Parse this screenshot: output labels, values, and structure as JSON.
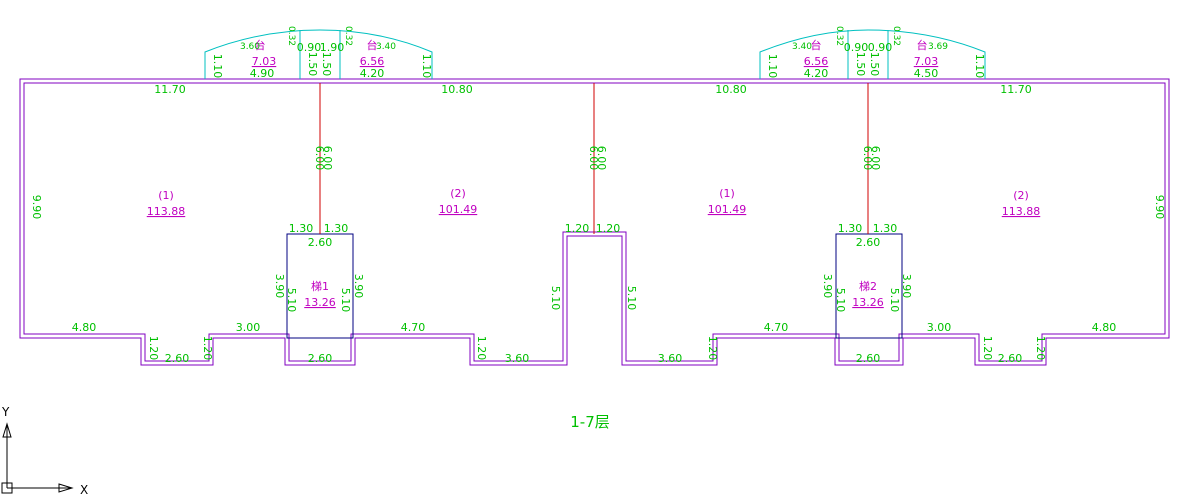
{
  "colors": {
    "wall": "#8000c0",
    "balcony": "#00c0c0",
    "dimension": "#00c000",
    "room_label": "#c000c0",
    "divider": "#d00000",
    "axis": "#000000"
  },
  "floor_title": "1-7层",
  "axes": {
    "x": "X",
    "y": "Y"
  },
  "balconies": [
    {
      "id": "b1",
      "name": "台",
      "area": "7.03",
      "width": "4.90"
    },
    {
      "id": "b2",
      "name": "台",
      "area": "6.56",
      "width": "4.20"
    },
    {
      "id": "b3",
      "name": "台",
      "area": "6.56",
      "width": "4.20"
    },
    {
      "id": "b4",
      "name": "台",
      "area": "7.03",
      "width": "4.50"
    }
  ],
  "balcony_dims": {
    "side_height": "1.10",
    "gap_a": "0.90",
    "gap_b": "1.90",
    "mid_a": "1.50",
    "mid_b": "1.50",
    "gap_c": "0.90",
    "gap_d": "0.90",
    "tiny_a": "0.32",
    "tiny_b": "0.32",
    "tiny_c": "0.32",
    "tiny_d": "0.32",
    "arc_a": "3.60",
    "arc_b": "3.40",
    "arc_c": "3.40",
    "arc_d": "3.69"
  },
  "rooms": [
    {
      "id": "r1",
      "name": "(1)",
      "area": "113.88"
    },
    {
      "id": "r2",
      "name": "(2)",
      "area": "101.49"
    },
    {
      "id": "r3",
      "name": "(1)",
      "area": "101.49"
    },
    {
      "id": "r4",
      "name": "(2)",
      "area": "113.88"
    }
  ],
  "stairs": [
    {
      "id": "s1",
      "name": "梯1",
      "area": "13.26"
    },
    {
      "id": "s2",
      "name": "梯2",
      "area": "13.26"
    }
  ],
  "dims": {
    "top_1": "11.70",
    "top_2": "10.80",
    "top_3": "10.80",
    "top_4": "11.70",
    "left_h": "9.90",
    "right_h": "9.90",
    "divider_1": "6.00",
    "divider_1b": "6.00",
    "divider_2": "6.00",
    "divider_2b": "6.00",
    "divider_3": "6.00",
    "divider_3b": "6.00",
    "st1_l": "1.30",
    "st1_r": "1.30",
    "st1_w": "2.60",
    "st1_h_l": "3.90",
    "st1_h_r": "3.90",
    "st1_in_l": "5.10",
    "st1_in_r": "5.10",
    "st1_bottom": "2.60",
    "st2_l": "1.30",
    "st2_r": "1.30",
    "st2_w": "2.60",
    "st2_h_l": "3.90",
    "st2_h_r": "3.90",
    "st2_in_l": "5.10",
    "st2_in_r": "5.10",
    "st2_bottom": "2.60",
    "core_l": "1.20",
    "core_r": "1.20",
    "core_h_l": "5.10",
    "core_h_r": "5.10",
    "bot_1": "4.80",
    "bot_2": "2.60",
    "bot_3": "3.00",
    "bot_4": "4.70",
    "bot_5": "3.60",
    "bot_6": "3.60",
    "bot_7": "4.70",
    "bot_8": "3.00",
    "bot_9": "2.60",
    "bot_10": "4.80",
    "notch_1l": "1.20",
    "notch_1r": "1.20",
    "notch_2": "1.20",
    "notch_3": "1.20",
    "notch_4l": "1.20",
    "notch_4r": "1.20"
  }
}
